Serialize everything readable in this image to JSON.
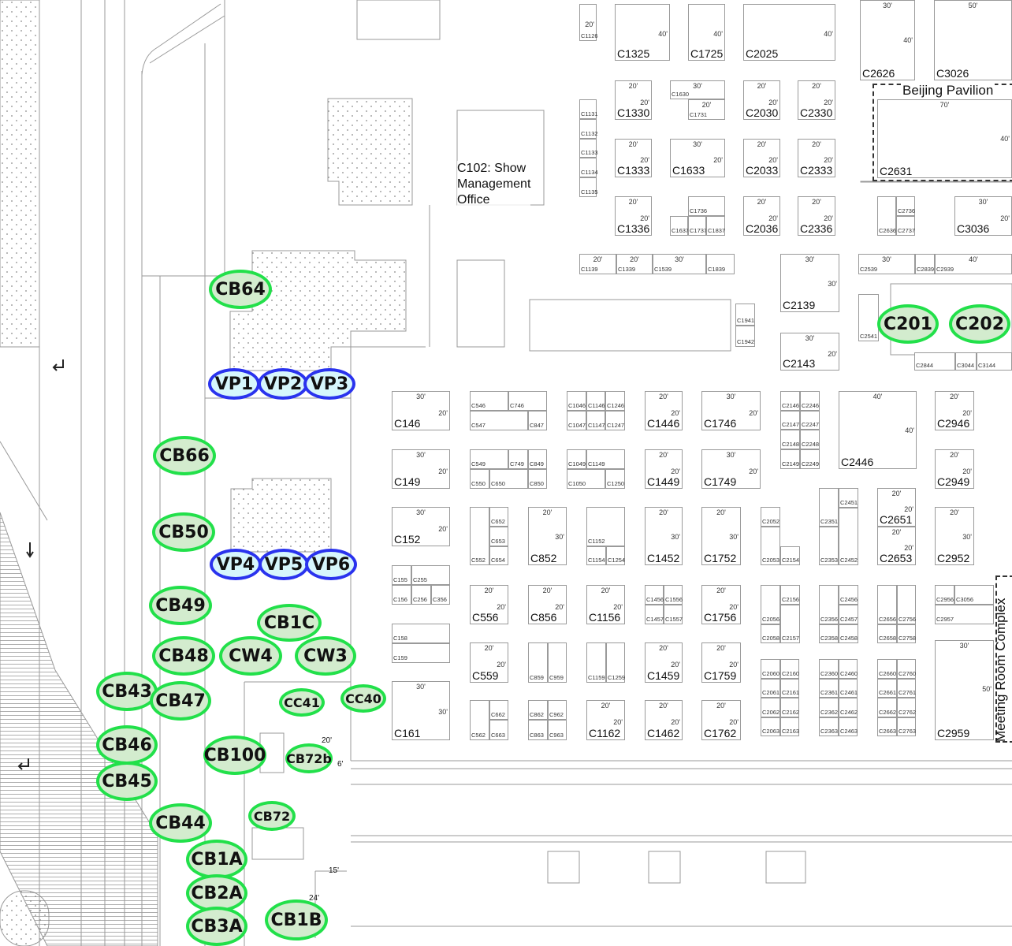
{
  "title": "Exhibit Hall C Floor Plan",
  "labels": {
    "show_office": [
      "C102: Show",
      "Management",
      "Office"
    ],
    "beijing_pavilion": "Beijing Pavilion",
    "meeting_room_complex": "Meeting Room Complex",
    "misc_dims": [
      "20'",
      "6'",
      "15'",
      "24'"
    ]
  },
  "colors": {
    "green_marker_fill": "#d3ecce",
    "green_marker_border": "#22e04a",
    "blue_marker_fill": "#d6f6fc",
    "blue_marker_border": "#2a33ee",
    "booth_line": "#9a9a9a"
  },
  "booths": [
    {
      "label": "C1126",
      "dims": [
        "",
        "20'"
      ]
    },
    {
      "label": "C1325",
      "dims": [
        "",
        "40'"
      ]
    },
    {
      "label": "C1725",
      "dims": [
        "",
        "40'"
      ]
    },
    {
      "label": "C2025",
      "dims": [
        "",
        "40'"
      ]
    },
    {
      "label": "C2626",
      "dims": [
        "30'",
        "40'"
      ]
    },
    {
      "label": "C3026",
      "dims": [
        "50'",
        ""
      ]
    },
    {
      "label": "C2631",
      "dims": [
        "70'",
        "40'"
      ]
    },
    {
      "label": "C1330",
      "dims": [
        "20'",
        "20'"
      ]
    },
    {
      "label": "C1630",
      "dims": [
        "30'",
        ""
      ]
    },
    {
      "label": "C1731",
      "dims": [
        "20'",
        ""
      ]
    },
    {
      "label": "C2030",
      "dims": [
        "20'",
        "20'"
      ]
    },
    {
      "label": "C2330",
      "dims": [
        "20'",
        "20'"
      ]
    },
    {
      "label": "C1333",
      "dims": [
        "20'",
        "20'"
      ]
    },
    {
      "label": "C1633",
      "dims": [
        "30'",
        "20'"
      ]
    },
    {
      "label": "C2033",
      "dims": [
        "20'",
        "20'"
      ]
    },
    {
      "label": "C2333",
      "dims": [
        "20'",
        "20'"
      ]
    },
    {
      "label": "C1336",
      "dims": [
        "20'",
        "20'"
      ]
    },
    {
      "label": "C1736",
      "dims": [
        "",
        ""
      ]
    },
    {
      "label": "C1637",
      "dims": [
        "",
        ""
      ]
    },
    {
      "label": "C1737",
      "dims": [
        "",
        ""
      ]
    },
    {
      "label": "C1837",
      "dims": [
        "",
        ""
      ]
    },
    {
      "label": "C2036",
      "dims": [
        "20'",
        "20'"
      ]
    },
    {
      "label": "C2336",
      "dims": [
        "20'",
        "20'"
      ]
    },
    {
      "label": "C2636",
      "dims": [
        "",
        ""
      ]
    },
    {
      "label": "C2736",
      "dims": [
        "",
        ""
      ]
    },
    {
      "label": "C2737",
      "dims": [
        "",
        ""
      ]
    },
    {
      "label": "C3036",
      "dims": [
        "30'",
        "20'"
      ]
    },
    {
      "label": "C1131",
      "dims": [
        "",
        ""
      ]
    },
    {
      "label": "C1132",
      "dims": [
        "",
        ""
      ]
    },
    {
      "label": "C1133",
      "dims": [
        "",
        ""
      ]
    },
    {
      "label": "C1134",
      "dims": [
        "",
        ""
      ]
    },
    {
      "label": "C1135",
      "dims": [
        "",
        ""
      ]
    },
    {
      "label": "C1139",
      "dims": [
        "20'",
        ""
      ]
    },
    {
      "label": "C1339",
      "dims": [
        "20'",
        ""
      ]
    },
    {
      "label": "C1539",
      "dims": [
        "30'",
        ""
      ]
    },
    {
      "label": "C1839",
      "dims": [
        "",
        ""
      ]
    },
    {
      "label": "C2139",
      "dims": [
        "30'",
        "30'"
      ]
    },
    {
      "label": "C2143",
      "dims": [
        "30'",
        "20'"
      ]
    },
    {
      "label": "C1941",
      "dims": [
        "",
        ""
      ]
    },
    {
      "label": "C1942",
      "dims": [
        "",
        ""
      ]
    },
    {
      "label": "C2539",
      "dims": [
        "30'",
        ""
      ]
    },
    {
      "label": "C2839",
      "dims": [
        "",
        ""
      ]
    },
    {
      "label": "C2939",
      "dims": [
        "40'",
        ""
      ]
    },
    {
      "label": "C2541",
      "dims": [
        "",
        ""
      ]
    },
    {
      "label": "C2844",
      "dims": [
        "",
        ""
      ]
    },
    {
      "label": "C3044",
      "dims": [
        "",
        ""
      ]
    },
    {
      "label": "C3144",
      "dims": [
        "",
        ""
      ]
    },
    {
      "label": "C146",
      "dims": [
        "30'",
        "20'"
      ]
    },
    {
      "label": "C546",
      "dims": [
        "",
        ""
      ]
    },
    {
      "label": "C746",
      "dims": [
        "",
        ""
      ]
    },
    {
      "label": "C547",
      "dims": [
        "",
        ""
      ]
    },
    {
      "label": "C847",
      "dims": [
        "",
        ""
      ]
    },
    {
      "label": "C1046",
      "dims": [
        "",
        ""
      ]
    },
    {
      "label": "C1146",
      "dims": [
        "",
        ""
      ]
    },
    {
      "label": "C1246",
      "dims": [
        "",
        ""
      ]
    },
    {
      "label": "C1047",
      "dims": [
        "",
        ""
      ]
    },
    {
      "label": "C1147",
      "dims": [
        "",
        ""
      ]
    },
    {
      "label": "C1247",
      "dims": [
        "",
        ""
      ]
    },
    {
      "label": "C1446",
      "dims": [
        "20'",
        "20'"
      ]
    },
    {
      "label": "C1746",
      "dims": [
        "30'",
        "20'"
      ]
    },
    {
      "label": "C2146",
      "dims": [
        "",
        ""
      ]
    },
    {
      "label": "C2246",
      "dims": [
        "",
        ""
      ]
    },
    {
      "label": "C2147",
      "dims": [
        "",
        ""
      ]
    },
    {
      "label": "C2247",
      "dims": [
        "",
        ""
      ]
    },
    {
      "label": "C2148",
      "dims": [
        "",
        ""
      ]
    },
    {
      "label": "C2248",
      "dims": [
        "",
        ""
      ]
    },
    {
      "label": "C2149",
      "dims": [
        "",
        ""
      ]
    },
    {
      "label": "C2249",
      "dims": [
        "",
        ""
      ]
    },
    {
      "label": "C2446",
      "dims": [
        "40'",
        "40'"
      ]
    },
    {
      "label": "C2946",
      "dims": [
        "20'",
        "20'"
      ]
    },
    {
      "label": "C149",
      "dims": [
        "30'",
        "20'"
      ]
    },
    {
      "label": "C549",
      "dims": [
        "",
        ""
      ]
    },
    {
      "label": "C749",
      "dims": [
        "",
        ""
      ]
    },
    {
      "label": "C849",
      "dims": [
        "",
        ""
      ]
    },
    {
      "label": "C550",
      "dims": [
        "",
        ""
      ]
    },
    {
      "label": "C650",
      "dims": [
        "",
        ""
      ]
    },
    {
      "label": "C850",
      "dims": [
        "",
        ""
      ]
    },
    {
      "label": "C1049",
      "dims": [
        "",
        ""
      ]
    },
    {
      "label": "C1149",
      "dims": [
        "",
        ""
      ]
    },
    {
      "label": "C1050",
      "dims": [
        "",
        ""
      ]
    },
    {
      "label": "C1250",
      "dims": [
        "",
        ""
      ]
    },
    {
      "label": "C1449",
      "dims": [
        "20'",
        "20'"
      ]
    },
    {
      "label": "C1749",
      "dims": [
        "30'",
        "20'"
      ]
    },
    {
      "label": "C2949",
      "dims": [
        "20'",
        "20'"
      ]
    },
    {
      "label": "C152",
      "dims": [
        "30'",
        "20'"
      ]
    },
    {
      "label": "C552",
      "dims": [
        "",
        ""
      ]
    },
    {
      "label": "C652",
      "dims": [
        "",
        ""
      ]
    },
    {
      "label": "C653",
      "dims": [
        "",
        ""
      ]
    },
    {
      "label": "C654",
      "dims": [
        "",
        ""
      ]
    },
    {
      "label": "C852",
      "dims": [
        "20'",
        "30'"
      ]
    },
    {
      "label": "C1152",
      "dims": [
        "",
        ""
      ]
    },
    {
      "label": "C1154",
      "dims": [
        "",
        ""
      ]
    },
    {
      "label": "C1254",
      "dims": [
        "",
        ""
      ]
    },
    {
      "label": "C1452",
      "dims": [
        "20'",
        "30'"
      ]
    },
    {
      "label": "C1752",
      "dims": [
        "20'",
        "30'"
      ]
    },
    {
      "label": "C2052",
      "dims": [
        "",
        ""
      ]
    },
    {
      "label": "C2053",
      "dims": [
        "",
        ""
      ]
    },
    {
      "label": "C2154",
      "dims": [
        "",
        ""
      ]
    },
    {
      "label": "C2351",
      "dims": [
        "",
        ""
      ]
    },
    {
      "label": "C2353",
      "dims": [
        "",
        ""
      ]
    },
    {
      "label": "C2451",
      "dims": [
        "",
        ""
      ]
    },
    {
      "label": "C2452",
      "dims": [
        "",
        ""
      ]
    },
    {
      "label": "C2651",
      "dims": [
        "20'",
        "20'"
      ]
    },
    {
      "label": "C2653",
      "dims": [
        "20'",
        "20'"
      ]
    },
    {
      "label": "C2952",
      "dims": [
        "20'",
        "30'"
      ]
    },
    {
      "label": "C155",
      "dims": [
        "",
        ""
      ]
    },
    {
      "label": "C255",
      "dims": [
        "",
        ""
      ]
    },
    {
      "label": "C156",
      "dims": [
        "",
        ""
      ]
    },
    {
      "label": "C256",
      "dims": [
        "",
        ""
      ]
    },
    {
      "label": "C356",
      "dims": [
        "",
        ""
      ]
    },
    {
      "label": "C158",
      "dims": [
        "",
        ""
      ]
    },
    {
      "label": "C159",
      "dims": [
        "",
        ""
      ]
    },
    {
      "label": "C161",
      "dims": [
        "30'",
        "30'"
      ]
    },
    {
      "label": "C556",
      "dims": [
        "20'",
        "20'"
      ]
    },
    {
      "label": "C856",
      "dims": [
        "20'",
        "20'"
      ]
    },
    {
      "label": "C1156",
      "dims": [
        "20'",
        "20'"
      ]
    },
    {
      "label": "C1456",
      "dims": [
        "",
        ""
      ]
    },
    {
      "label": "C1556",
      "dims": [
        "",
        ""
      ]
    },
    {
      "label": "C1457",
      "dims": [
        "",
        ""
      ]
    },
    {
      "label": "C1557",
      "dims": [
        "",
        ""
      ]
    },
    {
      "label": "C1756",
      "dims": [
        "20'",
        "20'"
      ]
    },
    {
      "label": "C2056",
      "dims": [
        "",
        ""
      ]
    },
    {
      "label": "C2156",
      "dims": [
        "",
        ""
      ]
    },
    {
      "label": "C2157",
      "dims": [
        "",
        ""
      ]
    },
    {
      "label": "C2058",
      "dims": [
        "",
        ""
      ]
    },
    {
      "label": "C2356",
      "dims": [
        "",
        ""
      ]
    },
    {
      "label": "C2456",
      "dims": [
        "",
        ""
      ]
    },
    {
      "label": "C2457",
      "dims": [
        "",
        ""
      ]
    },
    {
      "label": "C2358",
      "dims": [
        "",
        ""
      ]
    },
    {
      "label": "C2458",
      "dims": [
        "",
        ""
      ]
    },
    {
      "label": "C2656",
      "dims": [
        "",
        ""
      ]
    },
    {
      "label": "C2756",
      "dims": [
        "",
        ""
      ]
    },
    {
      "label": "C2658",
      "dims": [
        "",
        ""
      ]
    },
    {
      "label": "C2758",
      "dims": [
        "",
        ""
      ]
    },
    {
      "label": "C2956",
      "dims": [
        "",
        ""
      ]
    },
    {
      "label": "C3056",
      "dims": [
        "",
        ""
      ]
    },
    {
      "label": "C2957",
      "dims": [
        "",
        ""
      ]
    },
    {
      "label": "C2959",
      "dims": [
        "30'",
        "50'"
      ]
    },
    {
      "label": "C559",
      "dims": [
        "20'",
        "20'"
      ]
    },
    {
      "label": "C859",
      "dims": [
        "",
        ""
      ]
    },
    {
      "label": "C959",
      "dims": [
        "",
        ""
      ]
    },
    {
      "label": "C1159",
      "dims": [
        "",
        ""
      ]
    },
    {
      "label": "C1259",
      "dims": [
        "",
        ""
      ]
    },
    {
      "label": "C1459",
      "dims": [
        "20'",
        "20'"
      ]
    },
    {
      "label": "C1759",
      "dims": [
        "20'",
        "20'"
      ]
    },
    {
      "label": "C2060",
      "dims": [
        "",
        ""
      ]
    },
    {
      "label": "C2160",
      "dims": [
        "",
        ""
      ]
    },
    {
      "label": "C2061",
      "dims": [
        "",
        ""
      ]
    },
    {
      "label": "C2161",
      "dims": [
        "",
        ""
      ]
    },
    {
      "label": "C2062",
      "dims": [
        "",
        ""
      ]
    },
    {
      "label": "C2162",
      "dims": [
        "",
        ""
      ]
    },
    {
      "label": "C2063",
      "dims": [
        "",
        ""
      ]
    },
    {
      "label": "C2163",
      "dims": [
        "",
        ""
      ]
    },
    {
      "label": "C2360",
      "dims": [
        "",
        ""
      ]
    },
    {
      "label": "C2460",
      "dims": [
        "",
        ""
      ]
    },
    {
      "label": "C2361",
      "dims": [
        "",
        ""
      ]
    },
    {
      "label": "C2461",
      "dims": [
        "",
        ""
      ]
    },
    {
      "label": "C2362",
      "dims": [
        "",
        ""
      ]
    },
    {
      "label": "C2462",
      "dims": [
        "",
        ""
      ]
    },
    {
      "label": "C2363",
      "dims": [
        "",
        ""
      ]
    },
    {
      "label": "C2463",
      "dims": [
        "",
        ""
      ]
    },
    {
      "label": "C2660",
      "dims": [
        "",
        ""
      ]
    },
    {
      "label": "C2760",
      "dims": [
        "",
        ""
      ]
    },
    {
      "label": "C2661",
      "dims": [
        "",
        ""
      ]
    },
    {
      "label": "C2761",
      "dims": [
        "",
        ""
      ]
    },
    {
      "label": "C2662",
      "dims": [
        "",
        ""
      ]
    },
    {
      "label": "C2762",
      "dims": [
        "",
        ""
      ]
    },
    {
      "label": "C2663",
      "dims": [
        "",
        ""
      ]
    },
    {
      "label": "C2763",
      "dims": [
        "",
        ""
      ]
    },
    {
      "label": "C562",
      "dims": [
        "",
        ""
      ]
    },
    {
      "label": "C662",
      "dims": [
        "",
        ""
      ]
    },
    {
      "label": "C663",
      "dims": [
        "",
        ""
      ]
    },
    {
      "label": "C862",
      "dims": [
        "",
        ""
      ]
    },
    {
      "label": "C962",
      "dims": [
        "",
        ""
      ]
    },
    {
      "label": "C863",
      "dims": [
        "",
        ""
      ]
    },
    {
      "label": "C963",
      "dims": [
        "",
        ""
      ]
    },
    {
      "label": "C1162",
      "dims": [
        "20'",
        "20'"
      ]
    },
    {
      "label": "C1462",
      "dims": [
        "20'",
        "20'"
      ]
    },
    {
      "label": "C1762",
      "dims": [
        "20'",
        "20'"
      ]
    }
  ],
  "markers": [
    {
      "label": "CB64",
      "type": "green"
    },
    {
      "label": "VP1",
      "type": "blue"
    },
    {
      "label": "VP2",
      "type": "blue"
    },
    {
      "label": "VP3",
      "type": "blue"
    },
    {
      "label": "CB66",
      "type": "green"
    },
    {
      "label": "CB50",
      "type": "green"
    },
    {
      "label": "VP4",
      "type": "blue"
    },
    {
      "label": "VP5",
      "type": "blue"
    },
    {
      "label": "VP6",
      "type": "blue"
    },
    {
      "label": "CB49",
      "type": "green"
    },
    {
      "label": "CB1C",
      "type": "green"
    },
    {
      "label": "CB48",
      "type": "green"
    },
    {
      "label": "CW4",
      "type": "green"
    },
    {
      "label": "CW3",
      "type": "green"
    },
    {
      "label": "CB43",
      "type": "green"
    },
    {
      "label": "CB47",
      "type": "green"
    },
    {
      "label": "CC41",
      "type": "green"
    },
    {
      "label": "CC40",
      "type": "green"
    },
    {
      "label": "CB46",
      "type": "green"
    },
    {
      "label": "CB100",
      "type": "green"
    },
    {
      "label": "CB72b",
      "type": "green"
    },
    {
      "label": "CB45",
      "type": "green"
    },
    {
      "label": "CB44",
      "type": "green"
    },
    {
      "label": "CB72",
      "type": "green"
    },
    {
      "label": "CB1A",
      "type": "green"
    },
    {
      "label": "CB2A",
      "type": "green"
    },
    {
      "label": "CB3A",
      "type": "green"
    },
    {
      "label": "CB1B",
      "type": "green"
    },
    {
      "label": "C201",
      "type": "green"
    },
    {
      "label": "C202",
      "type": "green"
    }
  ]
}
